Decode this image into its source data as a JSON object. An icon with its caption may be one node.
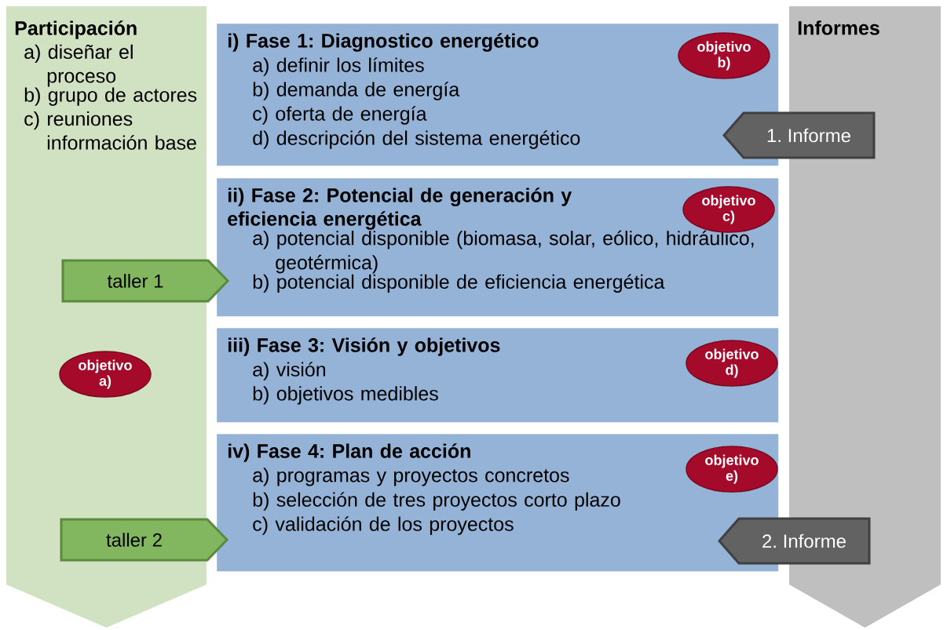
{
  "diagram": {
    "nodes": [
      {
        "text": [
          "Participación",
          "a) diseñar el proceso",
          "b) grupo de actores",
          "c) reuniones información base"
        ]
      },
      {
        "text": [
          "Informes"
        ]
      },
      {
        "text": [
          "i) Fase 1: Diagnostico energético",
          "a) definir los límites",
          "b) demanda de energía",
          "c) oferta de energía",
          "d) descripción del sistema energético"
        ]
      },
      {
        "text": [
          "objetivo b)"
        ],
        "in": 2
      },
      {
        "text": [
          "1. Informe"
        ]
      },
      {
        "text": [
          "ii) Fase 2: Potencial de generación y eficiencia energética",
          "a) potencial disponible (biomasa, solar, eólico, hidráulico, geotérmica)",
          "b) potencial disponible de eficiencia energética"
        ]
      },
      {
        "text": [
          "objetivo c)"
        ],
        "in": 5
      },
      {
        "text": [
          "taller 1"
        ]
      },
      {
        "text": [
          "objetivo a)"
        ],
        "in": 0
      },
      {
        "text": [
          "iii) Fase 3: Visión y objetivos",
          "a) visión",
          "b) objetivos medibles"
        ]
      },
      {
        "text": [
          "objetivo d)"
        ],
        "in": 9
      },
      {
        "text": [
          "iv) Fase 4: Plan de acción",
          "a) programas y proyectos concretos",
          "b) selección de tres proyectos corto plazo",
          "c) validación de los proyectos"
        ]
      },
      {
        "text": [
          "objetivo e)"
        ],
        "in": 11
      },
      {
        "text": [
          "taller 2"
        ]
      },
      {
        "text": [
          "2. Informe"
        ]
      }
    ]
  }
}
